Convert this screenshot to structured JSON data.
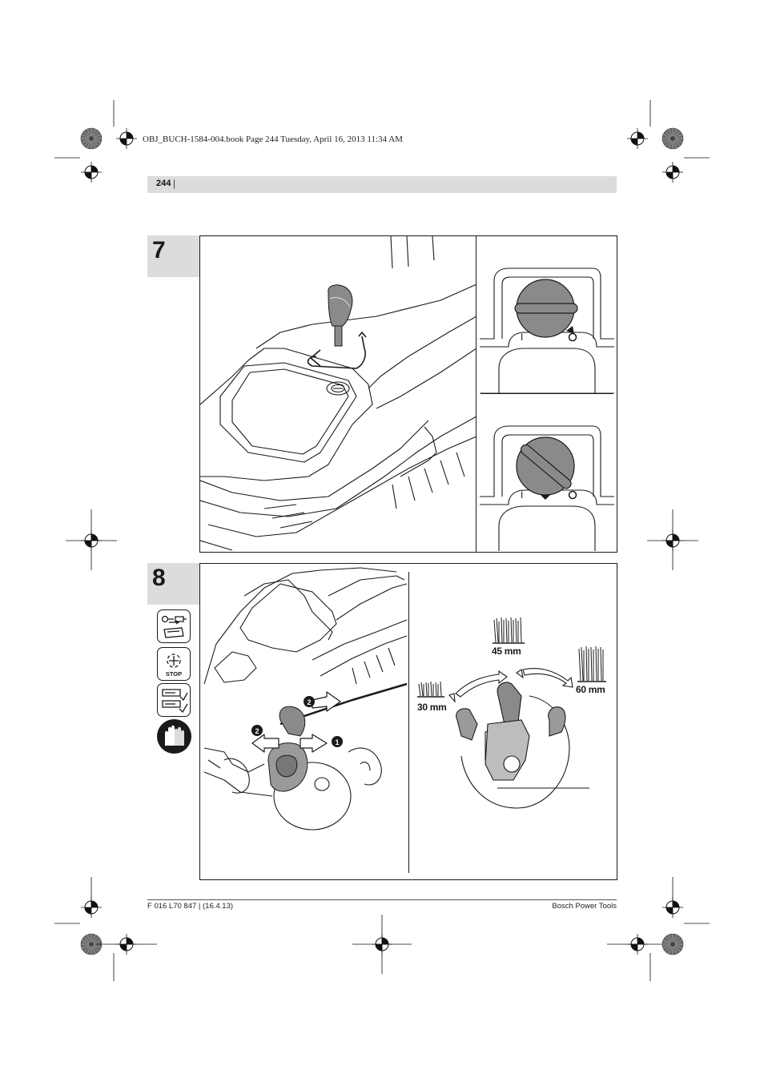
{
  "print_header": "OBJ_BUCH-1584-004.book  Page 244  Tuesday, April 16, 2013  11:34 AM",
  "page": {
    "number": "244",
    "separator": "|"
  },
  "figures": [
    {
      "number": "7"
    },
    {
      "number": "8",
      "callouts": [
        "1",
        "2",
        "2"
      ],
      "heights": [
        "30 mm",
        "45 mm",
        "60 mm"
      ]
    }
  ],
  "switch_view": {
    "on_mark": "I",
    "off_mark": "O"
  },
  "safety_icons": [
    {
      "icon": "disconnect-plug-icon"
    },
    {
      "icon": "stop-rotating-blade-icon",
      "text": "STOP"
    },
    {
      "icon": "read-instructions-icon"
    },
    {
      "icon": "wear-gloves-icon"
    }
  ],
  "footer": {
    "left": "F 016 L70 847 | (16.4.13)",
    "right": "Bosch Power Tools"
  },
  "colors": {
    "tab_gray": "#dcdcdc",
    "line": "#1a1a1a",
    "rosette": "#6b6b6b"
  }
}
